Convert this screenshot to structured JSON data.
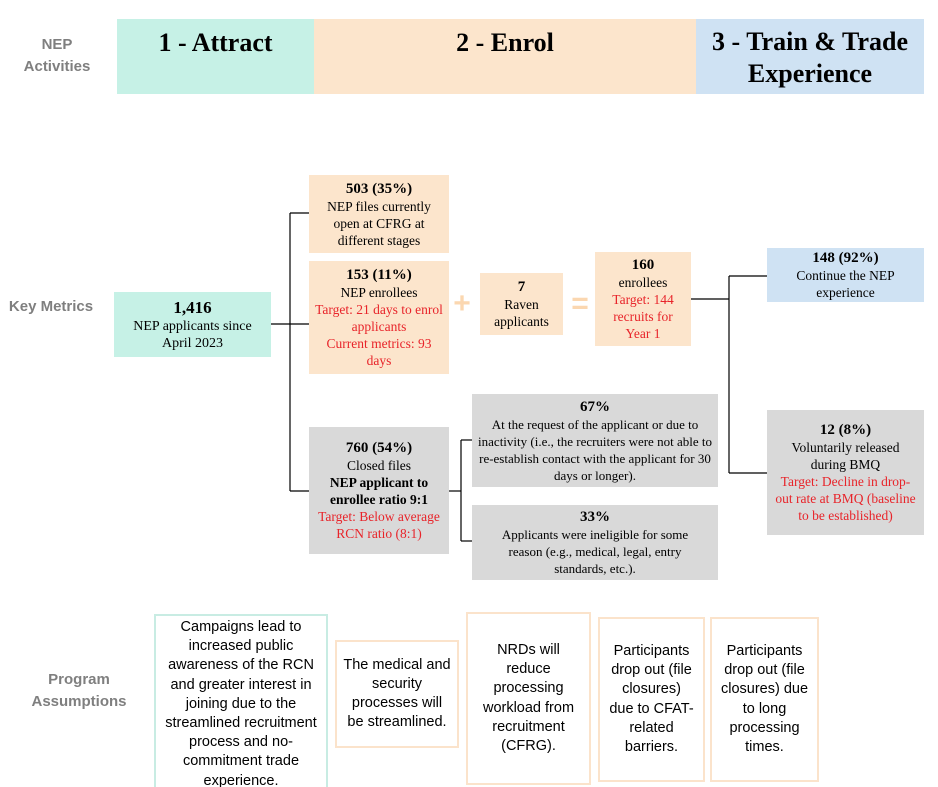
{
  "labels": {
    "activities": "NEP\nActivities",
    "metrics": "Key Metrics",
    "assumptions": "Program\nAssumptions"
  },
  "phases": {
    "attract": "1 - Attract",
    "enrol": "2 - Enrol",
    "train": "3 - Train & Trade\nExperience"
  },
  "applicants": {
    "value": "1,416",
    "text": "NEP applicants since April 2023"
  },
  "open_files": {
    "value": "503 (35%)",
    "text": "NEP files currently open at CFRG at different stages"
  },
  "enrollees": {
    "value": "153 (11%)",
    "text": "NEP enrollees",
    "target": "Target: 21 days to enrol applicants",
    "current": "Current metrics: 93 days"
  },
  "raven": {
    "value": "7",
    "text": "Raven applicants"
  },
  "total_enrollees": {
    "value": "160",
    "text": "enrollees",
    "target": "Target: 144 recruits for Year 1"
  },
  "closed": {
    "value": "760 (54%)",
    "text": "Closed files",
    "ratio": "NEP applicant to enrollee ratio 9:1",
    "target": "Target: Below average RCN ratio (8:1)"
  },
  "closed_request": {
    "value": "67%",
    "text": "At the request of the applicant or due to inactivity (i.e., the recruiters were not able to re-establish contact with the applicant for 30 days or longer)."
  },
  "closed_ineligible": {
    "value": "33%",
    "text": "Applicants were ineligible for some reason (e.g., medical, legal, entry standards, etc.)."
  },
  "continue": {
    "value": "148 (92%)",
    "text": "Continue the NEP experience"
  },
  "released": {
    "value": "12 (8%)",
    "text": "Voluntarily released during BMQ",
    "target": "Target: Decline in drop-out rate at BMQ (baseline to be established)"
  },
  "symbols": {
    "plus": "+",
    "equals": "="
  },
  "assumptions": [
    "Campaigns lead to increased public awareness of the RCN and greater interest in joining due to the streamlined recruitment process and no-commitment trade experience.",
    "The medical and security processes will be streamlined.",
    "NRDs will reduce processing workload from recruitment (CFRG).",
    "Participants drop out (file closures) due to CFAT-related barriers.",
    "Participants drop out (file closures) due to long processing times."
  ],
  "colors": {
    "attract": "#c6f1e6",
    "enrol": "#fce5cc",
    "train": "#cfe2f3",
    "closed": "#d9d9d9",
    "target_text": "#e8242a",
    "label_text": "#7f7f7f"
  }
}
